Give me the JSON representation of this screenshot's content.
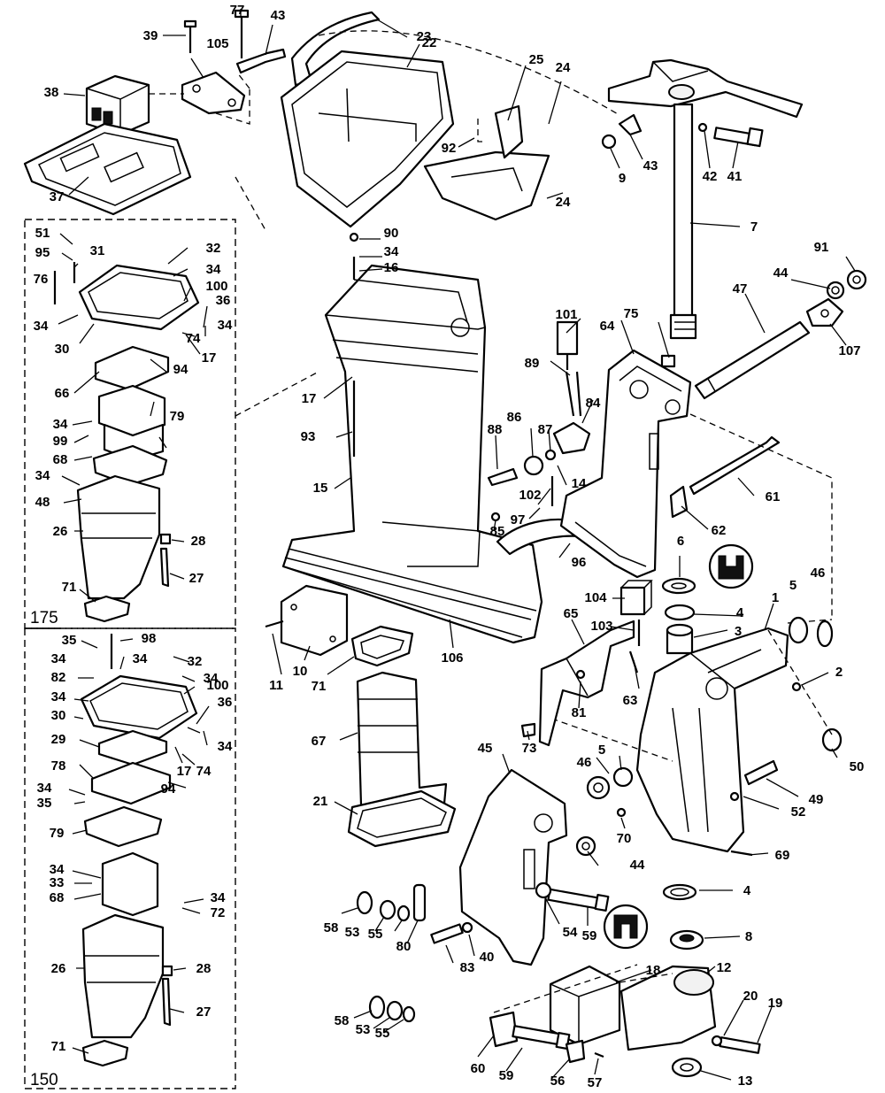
{
  "callouts": [
    {
      "id": "39",
      "text": "39"
    },
    {
      "id": "77",
      "text": "77"
    },
    {
      "id": "43a",
      "text": "43"
    },
    {
      "id": "23",
      "text": "23"
    },
    {
      "id": "22",
      "text": "22"
    },
    {
      "id": "25",
      "text": "25"
    },
    {
      "id": "24a",
      "text": "24"
    },
    {
      "id": "105",
      "text": "105"
    },
    {
      "id": "38",
      "text": "38"
    },
    {
      "id": "37",
      "text": "37"
    },
    {
      "id": "92",
      "text": "92"
    },
    {
      "id": "24b",
      "text": "24"
    },
    {
      "id": "9",
      "text": "9"
    },
    {
      "id": "43b",
      "text": "43"
    },
    {
      "id": "42",
      "text": "42"
    },
    {
      "id": "41",
      "text": "41"
    },
    {
      "id": "7",
      "text": "7"
    },
    {
      "id": "91",
      "text": "91"
    },
    {
      "id": "44a",
      "text": "44"
    },
    {
      "id": "47",
      "text": "47"
    },
    {
      "id": "107",
      "text": "107"
    },
    {
      "id": "90",
      "text": "90"
    },
    {
      "id": "34a",
      "text": "34"
    },
    {
      "id": "16",
      "text": "16"
    },
    {
      "id": "101",
      "text": "101"
    },
    {
      "id": "75",
      "text": "75"
    },
    {
      "id": "64",
      "text": "64"
    },
    {
      "id": "89",
      "text": "89"
    },
    {
      "id": "17a",
      "text": "17"
    },
    {
      "id": "93",
      "text": "93"
    },
    {
      "id": "84",
      "text": "84"
    },
    {
      "id": "86",
      "text": "86"
    },
    {
      "id": "87",
      "text": "87"
    },
    {
      "id": "88",
      "text": "88"
    },
    {
      "id": "15",
      "text": "15"
    },
    {
      "id": "102",
      "text": "102"
    },
    {
      "id": "14",
      "text": "14"
    },
    {
      "id": "97",
      "text": "97"
    },
    {
      "id": "85",
      "text": "85"
    },
    {
      "id": "61",
      "text": "61"
    },
    {
      "id": "62",
      "text": "62"
    },
    {
      "id": "96",
      "text": "96"
    },
    {
      "id": "6",
      "text": "6"
    },
    {
      "id": "104",
      "text": "104"
    },
    {
      "id": "5a",
      "text": "5"
    },
    {
      "id": "46a",
      "text": "46"
    },
    {
      "id": "1",
      "text": "1"
    },
    {
      "id": "4a",
      "text": "4"
    },
    {
      "id": "103",
      "text": "103"
    },
    {
      "id": "3",
      "text": "3"
    },
    {
      "id": "65",
      "text": "65"
    },
    {
      "id": "2",
      "text": "2"
    },
    {
      "id": "11",
      "text": "11"
    },
    {
      "id": "10",
      "text": "10"
    },
    {
      "id": "71a",
      "text": "71"
    },
    {
      "id": "106",
      "text": "106"
    },
    {
      "id": "63",
      "text": "63"
    },
    {
      "id": "81",
      "text": "81"
    },
    {
      "id": "73",
      "text": "73"
    },
    {
      "id": "67",
      "text": "67"
    },
    {
      "id": "50",
      "text": "50"
    },
    {
      "id": "5b",
      "text": "5"
    },
    {
      "id": "46b",
      "text": "46"
    },
    {
      "id": "45",
      "text": "45"
    },
    {
      "id": "49",
      "text": "49"
    },
    {
      "id": "52",
      "text": "52"
    },
    {
      "id": "21",
      "text": "21"
    },
    {
      "id": "70",
      "text": "70"
    },
    {
      "id": "44b",
      "text": "44"
    },
    {
      "id": "69",
      "text": "69"
    },
    {
      "id": "4b",
      "text": "4"
    },
    {
      "id": "58a",
      "text": "58"
    },
    {
      "id": "53a",
      "text": "53"
    },
    {
      "id": "55a",
      "text": "55"
    },
    {
      "id": "80",
      "text": "80"
    },
    {
      "id": "54",
      "text": "54"
    },
    {
      "id": "59a",
      "text": "59"
    },
    {
      "id": "8",
      "text": "8"
    },
    {
      "id": "83",
      "text": "83"
    },
    {
      "id": "40",
      "text": "40"
    },
    {
      "id": "18",
      "text": "18"
    },
    {
      "id": "12",
      "text": "12"
    },
    {
      "id": "20",
      "text": "20"
    },
    {
      "id": "19",
      "text": "19"
    },
    {
      "id": "58b",
      "text": "58"
    },
    {
      "id": "53b",
      "text": "53"
    },
    {
      "id": "55b",
      "text": "55"
    },
    {
      "id": "60",
      "text": "60"
    },
    {
      "id": "59b",
      "text": "59"
    },
    {
      "id": "56",
      "text": "56"
    },
    {
      "id": "57",
      "text": "57"
    },
    {
      "id": "13",
      "text": "13"
    },
    {
      "id": "51",
      "text": "51"
    },
    {
      "id": "95",
      "text": "95"
    },
    {
      "id": "31",
      "text": "31"
    },
    {
      "id": "32a",
      "text": "32"
    },
    {
      "id": "34b",
      "text": "34"
    },
    {
      "id": "76",
      "text": "76"
    },
    {
      "id": "100a",
      "text": "100"
    },
    {
      "id": "36a",
      "text": "36"
    },
    {
      "id": "34c",
      "text": "34"
    },
    {
      "id": "34d",
      "text": "34"
    },
    {
      "id": "74a",
      "text": "74"
    },
    {
      "id": "30a",
      "text": "30"
    },
    {
      "id": "17b",
      "text": "17"
    },
    {
      "id": "94a",
      "text": "94"
    },
    {
      "id": "66",
      "text": "66"
    },
    {
      "id": "79a",
      "text": "79"
    },
    {
      "id": "34e",
      "text": "34"
    },
    {
      "id": "99",
      "text": "99"
    },
    {
      "id": "68a",
      "text": "68"
    },
    {
      "id": "34f",
      "text": "34"
    },
    {
      "id": "48",
      "text": "48"
    },
    {
      "id": "26a",
      "text": "26"
    },
    {
      "id": "28a",
      "text": "28"
    },
    {
      "id": "27a",
      "text": "27"
    },
    {
      "id": "71b",
      "text": "71"
    },
    {
      "id": "35a",
      "text": "35"
    },
    {
      "id": "98",
      "text": "98"
    },
    {
      "id": "34g",
      "text": "34"
    },
    {
      "id": "34h",
      "text": "34"
    },
    {
      "id": "32b",
      "text": "32"
    },
    {
      "id": "82",
      "text": "82"
    },
    {
      "id": "34i",
      "text": "34"
    },
    {
      "id": "34j",
      "text": "34"
    },
    {
      "id": "100b",
      "text": "100"
    },
    {
      "id": "30b",
      "text": "30"
    },
    {
      "id": "36b",
      "text": "36"
    },
    {
      "id": "34k",
      "text": "34"
    },
    {
      "id": "29",
      "text": "29"
    },
    {
      "id": "17c",
      "text": "17"
    },
    {
      "id": "74b",
      "text": "74"
    },
    {
      "id": "78",
      "text": "78"
    },
    {
      "id": "94b",
      "text": "94"
    },
    {
      "id": "34l",
      "text": "34"
    },
    {
      "id": "35b",
      "text": "35"
    },
    {
      "id": "79b",
      "text": "79"
    },
    {
      "id": "34m",
      "text": "34"
    },
    {
      "id": "33",
      "text": "33"
    },
    {
      "id": "68b",
      "text": "68"
    },
    {
      "id": "34n",
      "text": "34"
    },
    {
      "id": "72",
      "text": "72"
    },
    {
      "id": "26b",
      "text": "26"
    },
    {
      "id": "28b",
      "text": "28"
    },
    {
      "id": "27b",
      "text": "27"
    },
    {
      "id": "71c",
      "text": "71"
    }
  ],
  "boxes": [
    {
      "id": "box-175",
      "label": "175"
    },
    {
      "id": "box-150",
      "label": "150"
    }
  ]
}
